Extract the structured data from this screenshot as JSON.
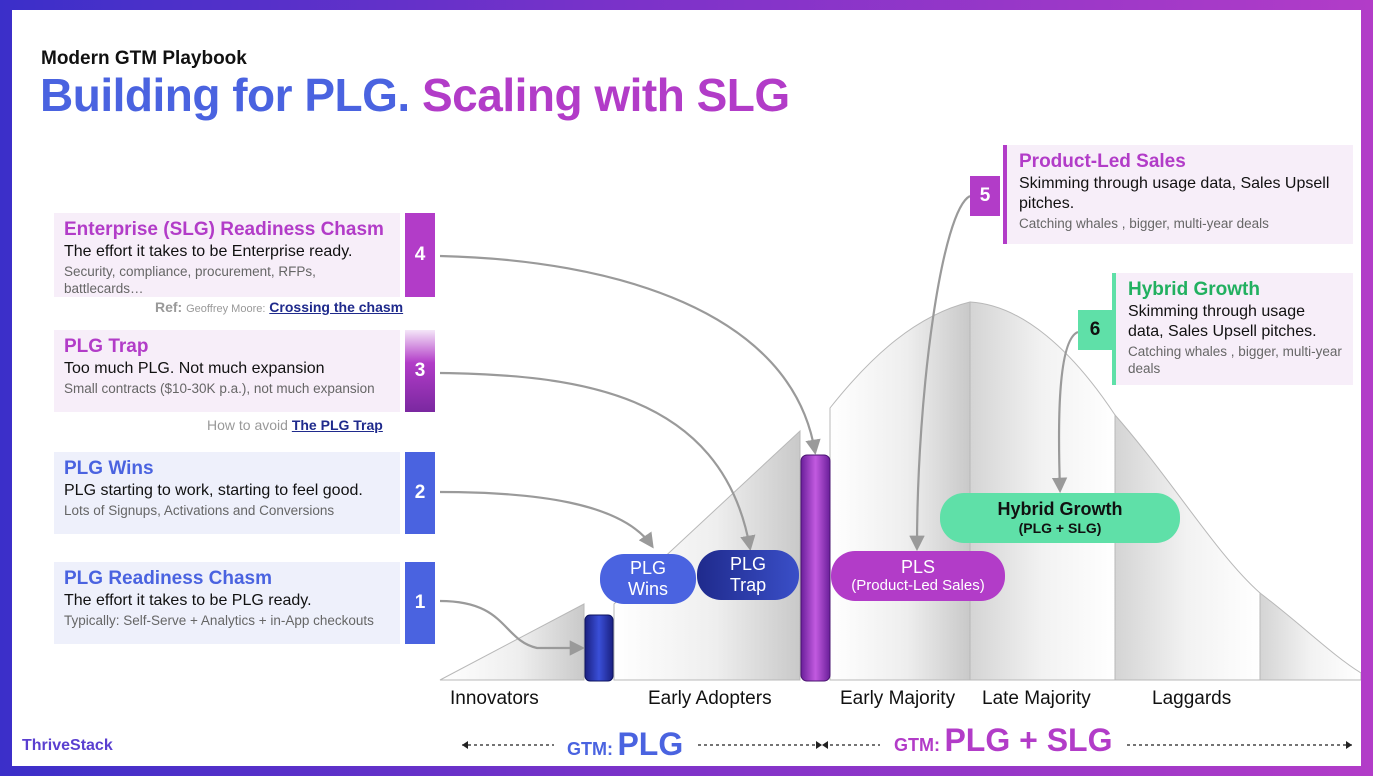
{
  "header": {
    "eyebrow": "Modern GTM Playbook",
    "title_part1": "Building for PLG.",
    "title_part2": "Scaling with SLG"
  },
  "left_cards": [
    {
      "number": "4",
      "title": "Enterprise (SLG) Readiness Chasm",
      "body": "The effort it takes to be Enterprise ready.",
      "sub": "Security, compliance, procurement, RFPs, battlecards…"
    },
    {
      "number": "3",
      "title": "PLG Trap",
      "body": "Too much PLG. Not much expansion",
      "sub": "Small contracts ($10-30K p.a.), not much expansion"
    },
    {
      "number": "2",
      "title": "PLG Wins",
      "body": "PLG starting to work, starting to feel good.",
      "sub": "Lots of Signups, Activations and Conversions"
    },
    {
      "number": "1",
      "title": "PLG Readiness Chasm",
      "body": "The effort it takes to be PLG ready.",
      "sub": "Typically: Self-Serve + Analytics + in-App checkouts"
    }
  ],
  "right_cards": [
    {
      "number": "5",
      "title": "Product-Led Sales",
      "body": "Skimming through usage data, Sales Upsell pitches.",
      "sub": "Catching whales , bigger, multi-year deals"
    },
    {
      "number": "6",
      "title": "Hybrid Growth",
      "body": "Skimming through usage data, Sales Upsell pitches.",
      "sub": "Catching whales , bigger, multi-year deals"
    }
  ],
  "refs": {
    "chasm_prefix": "Ref:",
    "chasm_author": "Geoffrey Moore:",
    "chasm_link": "Crossing the chasm",
    "trap_prefix": "How to avoid",
    "trap_link": "The PLG Trap"
  },
  "pills": {
    "plg_wins": "PLG Wins",
    "plg_trap": "PLG Trap",
    "pls_line1": "PLS",
    "pls_line2": "(Product-Led Sales)",
    "hybrid_line1": "Hybrid Growth",
    "hybrid_line2": "(PLG + SLG)"
  },
  "segments": [
    "Innovators",
    "Early Adopters",
    "Early Majority",
    "Late Majority",
    "Laggards"
  ],
  "gtm": {
    "left_prefix": "GTM:",
    "left_value": "PLG",
    "right_prefix": "GTM:",
    "right_value": "PLG + SLG"
  },
  "brand": "ThriveStack",
  "colors": {
    "blue": "#4a63e0",
    "purple": "#b23cc8",
    "navy": "#1f2a8c",
    "green": "#5fe0a8",
    "card_bg_blue": "#eef0fb",
    "card_bg_purple": "#f7eef9"
  }
}
